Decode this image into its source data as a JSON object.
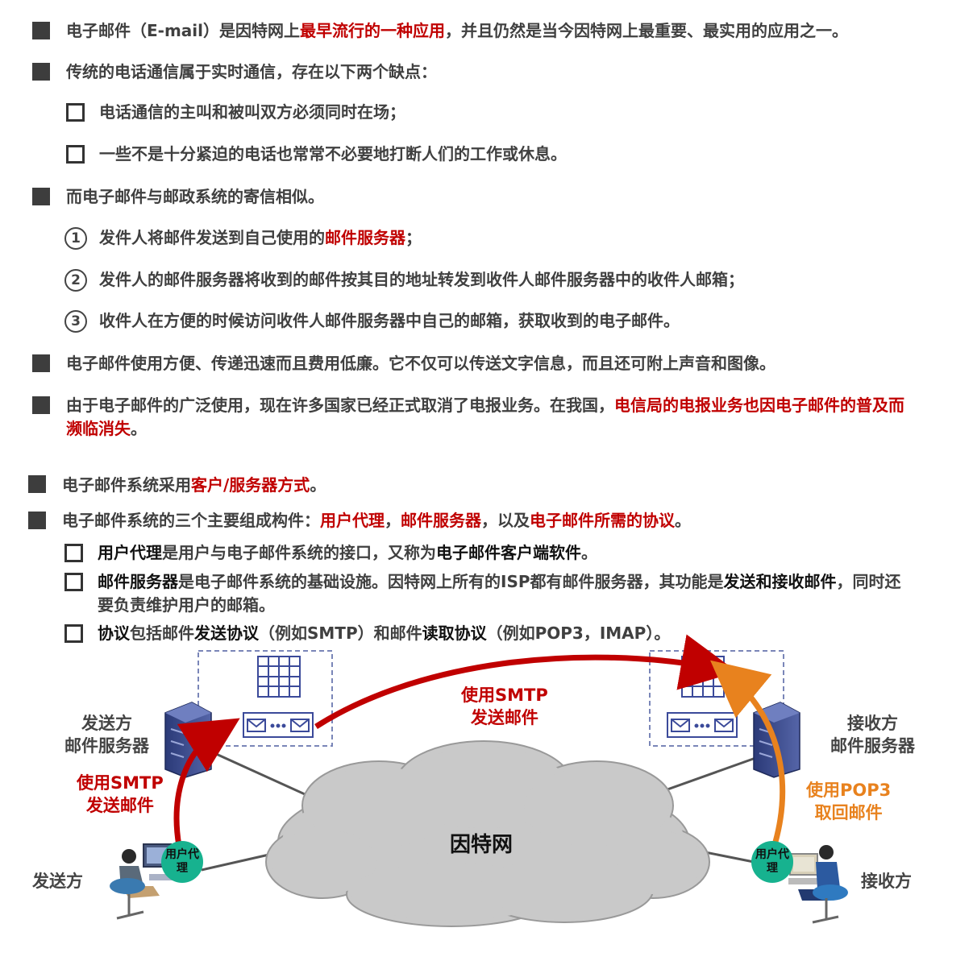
{
  "intro": {
    "p1": {
      "a": "电子邮件（E-mail）是因特网上",
      "b": "最早流行的一种应用",
      "c": "，并且仍然是当今因特网上最重要、最实用的应用之一。"
    },
    "p2": "传统的电话通信属于实时通信，存在以下两个缺点：",
    "p2_sub1": "电话通信的主叫和被叫双方必须同时在场；",
    "p2_sub2": "一些不是十分紧迫的电话也常常不必要地打断人们的工作或休息。",
    "p3": "而电子邮件与邮政系统的寄信相似。",
    "steps": [
      {
        "num": "1",
        "a": "发件人将邮件发送到自己使用的",
        "b": "邮件服务器",
        "c": "；"
      },
      {
        "num": "2",
        "a": "发件人的邮件服务器将收到的邮件按其目的地址转发到收件人邮件服务器中的收件人邮箱；"
      },
      {
        "num": "3",
        "a": "收件人在方便的时候访问收件人邮件服务器中自己的邮箱，获取收到的电子邮件。"
      }
    ],
    "p4": "电子邮件使用方便、传递迅速而且费用低廉。它不仅可以传送文字信息，而且还可附上声音和图像。",
    "p5": {
      "a": "由于电子邮件的广泛使用，现在许多国家已经正式取消了电报业务。在我国，",
      "b": "电信局的电报业务也因电子邮件的普及而濒临消失",
      "c": "。"
    }
  },
  "system": {
    "p1": {
      "a": "电子邮件系统采用",
      "b": "客户/服务器方式",
      "c": "。"
    },
    "p2": {
      "a": "电子邮件系统的三个主要组成构件：",
      "b": "用户代理",
      "c": "，",
      "d": "邮件服务器",
      "e": "，以及",
      "f": "电子邮件所需的协议",
      "g": "。"
    },
    "items": [
      {
        "a": "用户代理",
        "b": "是用户与电子邮件系统的接口，又称为",
        "c": "电子邮件客户端软件",
        "d": "。"
      },
      {
        "a": "邮件服务器",
        "b": "是电子邮件系统的基础设施。因特网上所有的ISP都有邮件服务器，其功能是",
        "c": "发送和接收邮件",
        "d": "，同时还要负责维护用户的邮箱。"
      },
      {
        "a": "协议",
        "b": "包括邮件",
        "c": "发送协议",
        "d": "（例如SMTP）和邮件",
        "e": "读取协议",
        "f": "（例如POP3，IMAP）。"
      }
    ]
  },
  "diagram": {
    "sender_server_label": [
      "发送方",
      "邮件服务器"
    ],
    "receiver_server_label": [
      "接收方",
      "邮件服务器"
    ],
    "smtp_top": [
      "使用SMTP",
      "发送邮件"
    ],
    "smtp_left": [
      "使用SMTP",
      "发送邮件"
    ],
    "pop3_right": [
      "使用POP3",
      "取回邮件"
    ],
    "internet": "因特网",
    "sender": "发送方",
    "receiver": "接收方",
    "user_agent_left": "用户代理",
    "user_agent_right": "用户代理",
    "colors": {
      "red": "#c00000",
      "orange": "#e8821e",
      "agent": "#17b28f",
      "cloud": "#c9c9c9"
    }
  }
}
